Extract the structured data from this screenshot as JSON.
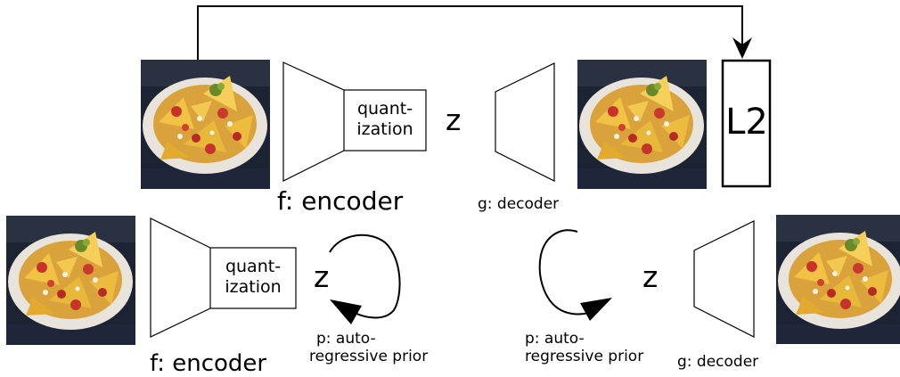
{
  "top_row": {
    "quantization_line1": "quant-",
    "quantization_line2": "ization",
    "latent": "z",
    "encoder_label": "f: encoder",
    "decoder_label": "g: decoder",
    "loss_label": "L2"
  },
  "bottom_left": {
    "quantization_line1": "quant-",
    "quantization_line2": "ization",
    "latent": "z",
    "encoder_label": "f: encoder",
    "prior_line1": "p: auto-",
    "prior_line2": "regressive prior"
  },
  "bottom_right": {
    "latent": "z",
    "prior_line1": "p: auto-",
    "prior_line2": "regressive prior",
    "decoder_label": "g: decoder"
  },
  "image_subject": "nachos-plate-photo"
}
